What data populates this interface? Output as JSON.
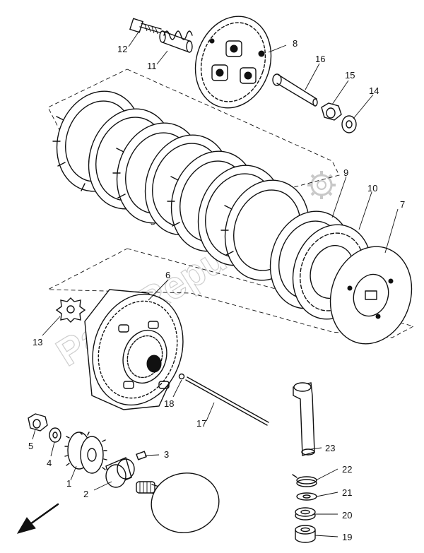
{
  "watermark": {
    "text": "PartsRepublik"
  },
  "callouts": [
    {
      "num": "1",
      "part": "primary drive gear"
    },
    {
      "num": "2",
      "part": "collar"
    },
    {
      "num": "3",
      "part": "key"
    },
    {
      "num": "4",
      "part": "washer"
    },
    {
      "num": "5",
      "part": "nut"
    },
    {
      "num": "6",
      "part": "clutch housing"
    },
    {
      "num": "7",
      "part": "pressure plate"
    },
    {
      "num": "8",
      "part": "pressure plate outer"
    },
    {
      "num": "9",
      "part": "friction plate"
    },
    {
      "num": "10",
      "part": "clutch boss"
    },
    {
      "num": "11",
      "part": "clutch spring"
    },
    {
      "num": "12",
      "part": "bolt"
    },
    {
      "num": "13",
      "part": "lock washer"
    },
    {
      "num": "14",
      "part": "washer"
    },
    {
      "num": "15",
      "part": "nut"
    },
    {
      "num": "16",
      "part": "push rod"
    },
    {
      "num": "17",
      "part": "push rod long"
    },
    {
      "num": "18",
      "part": "ball"
    },
    {
      "num": "19",
      "part": "bearing"
    },
    {
      "num": "20",
      "part": "oil seal"
    },
    {
      "num": "21",
      "part": "washer"
    },
    {
      "num": "22",
      "part": "spring"
    },
    {
      "num": "23",
      "part": "push lever shaft"
    }
  ],
  "icons": {
    "gear_watermark": "gear-icon",
    "direction_arrow": "arrow-icon"
  }
}
